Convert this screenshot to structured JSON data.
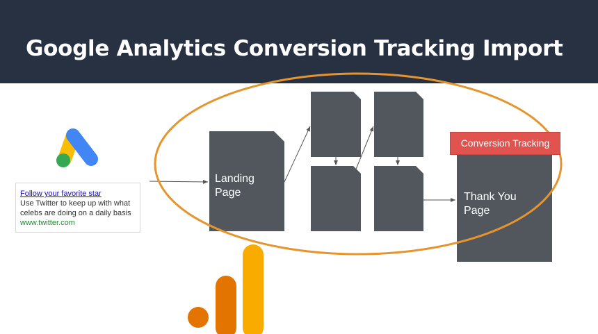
{
  "title": "Google Analytics Conversion Tracking Import",
  "ad": {
    "headline": "Follow your favorite star",
    "description": "Use Twitter to keep up with what celebs are doing on a daily basis",
    "url": "www.twitter.com"
  },
  "pages": {
    "landing": "Landing\nPage",
    "thank_you": "Thank You\nPage"
  },
  "badge": "Conversion Tracking",
  "icons": [
    "google-ads-logo-icon",
    "google-analytics-logo-icon"
  ],
  "colors": {
    "header_bg": "#283142",
    "page_fill": "#52575e",
    "highlight_ellipse": "#e6952e",
    "badge": "#e0534e",
    "ads_blue": "#4285f4",
    "ads_yellow": "#fbbc04",
    "ads_green": "#34a853",
    "analytics_dark": "#e37400",
    "analytics_light": "#f9ab00"
  }
}
